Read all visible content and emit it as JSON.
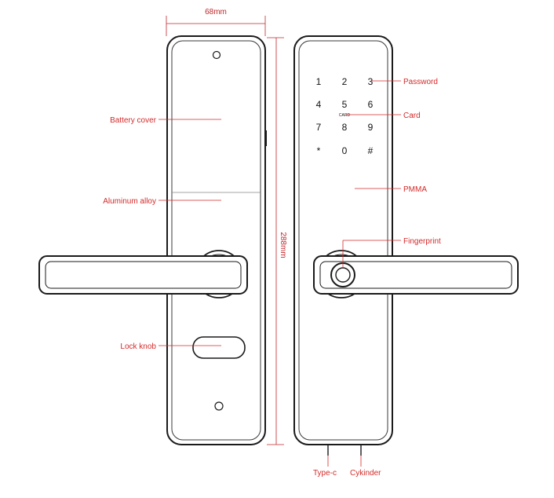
{
  "dimensions": {
    "width_label": "68mm",
    "height_label": "288mm"
  },
  "front_labels": {
    "battery_cover": "Battery cover",
    "aluminum_alloy": "Aluminum alloy",
    "lock_knob": "Lock knob"
  },
  "back_labels": {
    "password": "Password",
    "card": "Card",
    "pmma": "PMMA",
    "fingerprint": "Fingerprint",
    "type_c": "Type-c",
    "cylinder": "Cykinder"
  },
  "keypad": {
    "keys": [
      "1",
      "2",
      "3",
      "4",
      "5",
      "6",
      "7",
      "8",
      "9",
      "*",
      "0",
      "#"
    ],
    "card_mark": "CARD"
  },
  "colors": {
    "label": "#d42a2a",
    "outline": "#1a1a1a"
  }
}
